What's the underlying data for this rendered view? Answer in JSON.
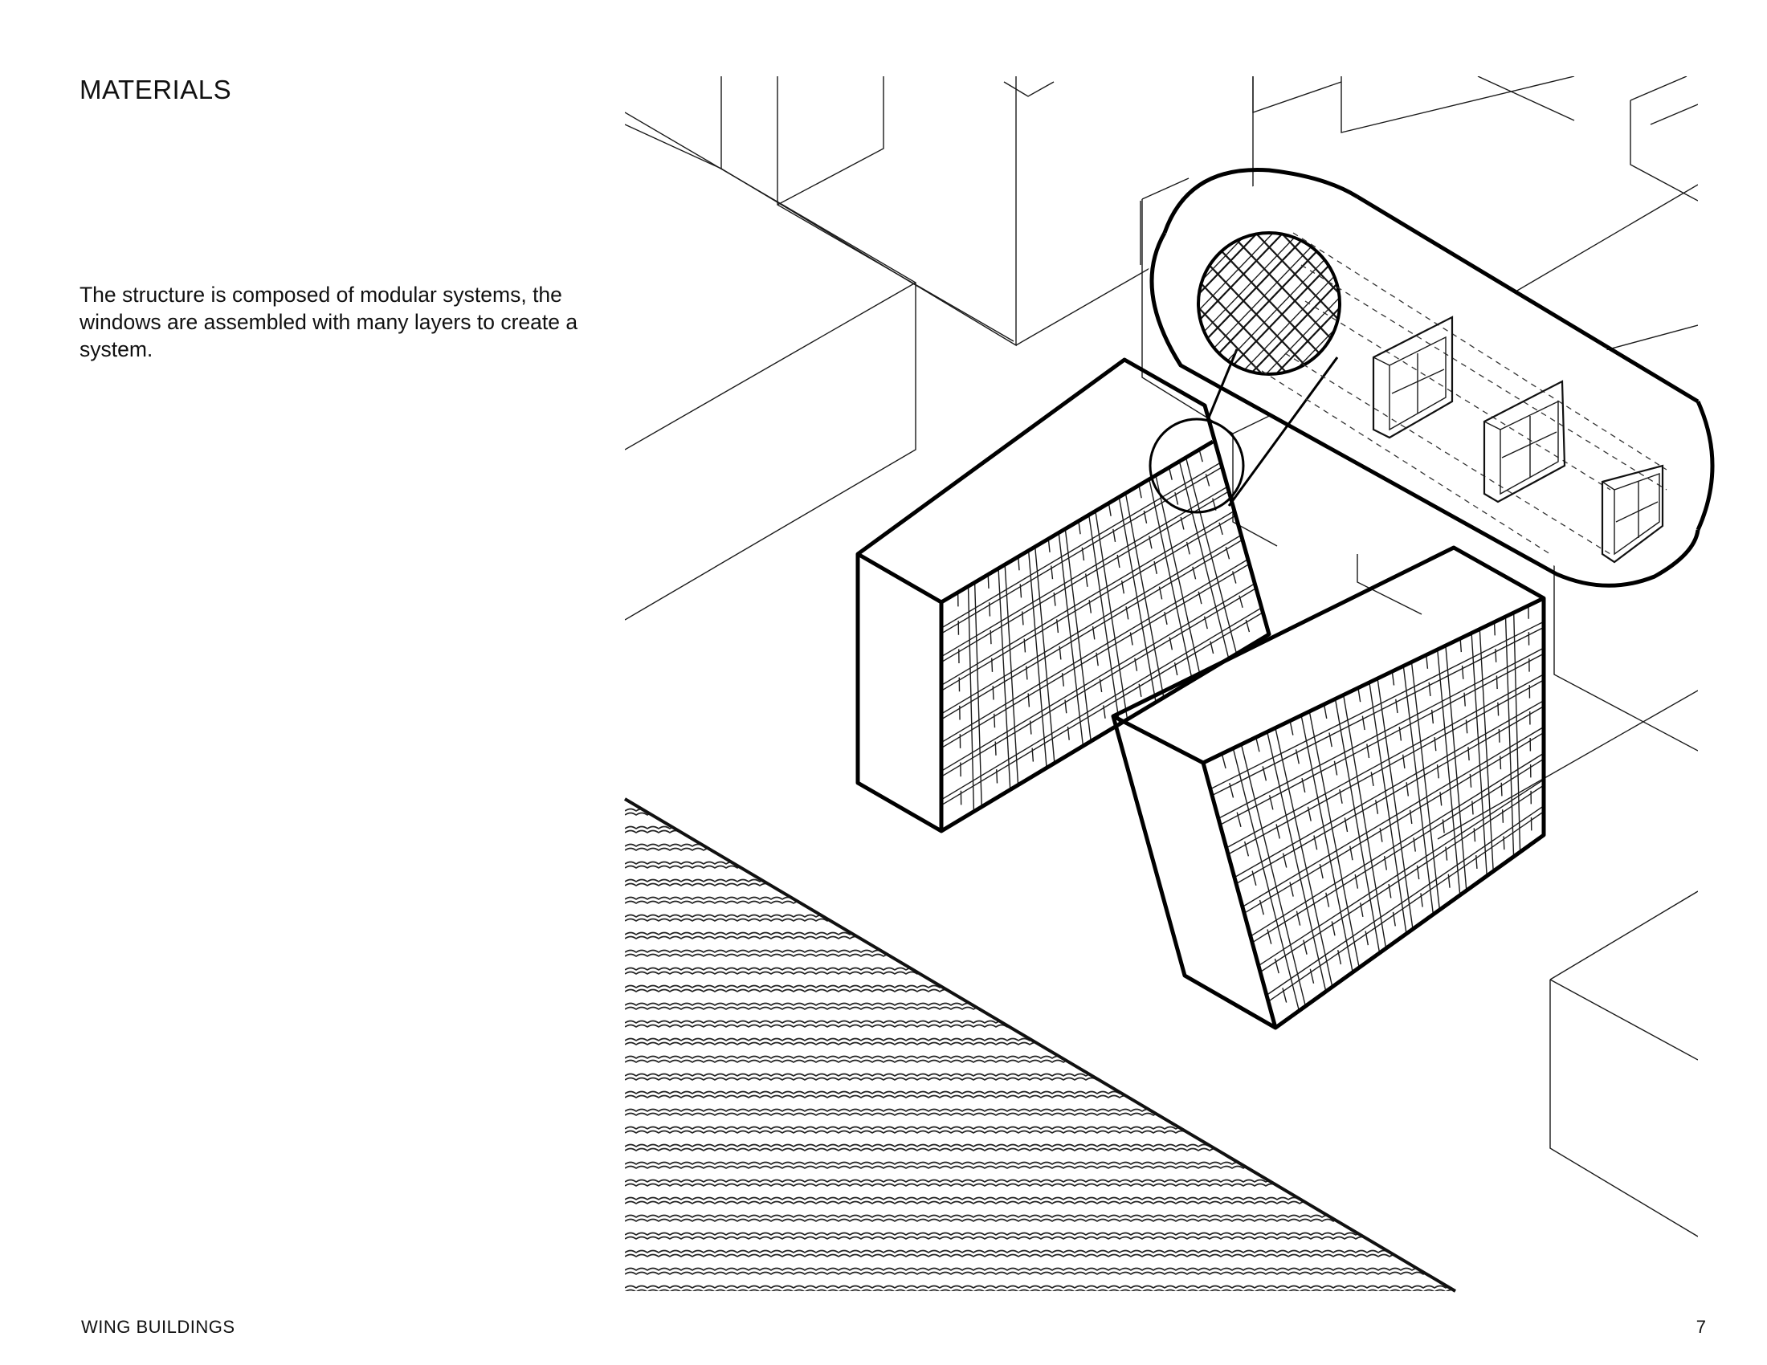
{
  "page": {
    "heading": "MATERIALS",
    "description": "The structure is composed of modular systems, the windows are assembled with many layers to create a system.",
    "footer_title": "WING BUILDINGS",
    "page_number": "7"
  },
  "drawing": {
    "style": "isometric line drawing",
    "icons": [
      "building-block-icon",
      "magnifier-callout-icon",
      "window-module-icon",
      "water-hatch-icon"
    ]
  }
}
